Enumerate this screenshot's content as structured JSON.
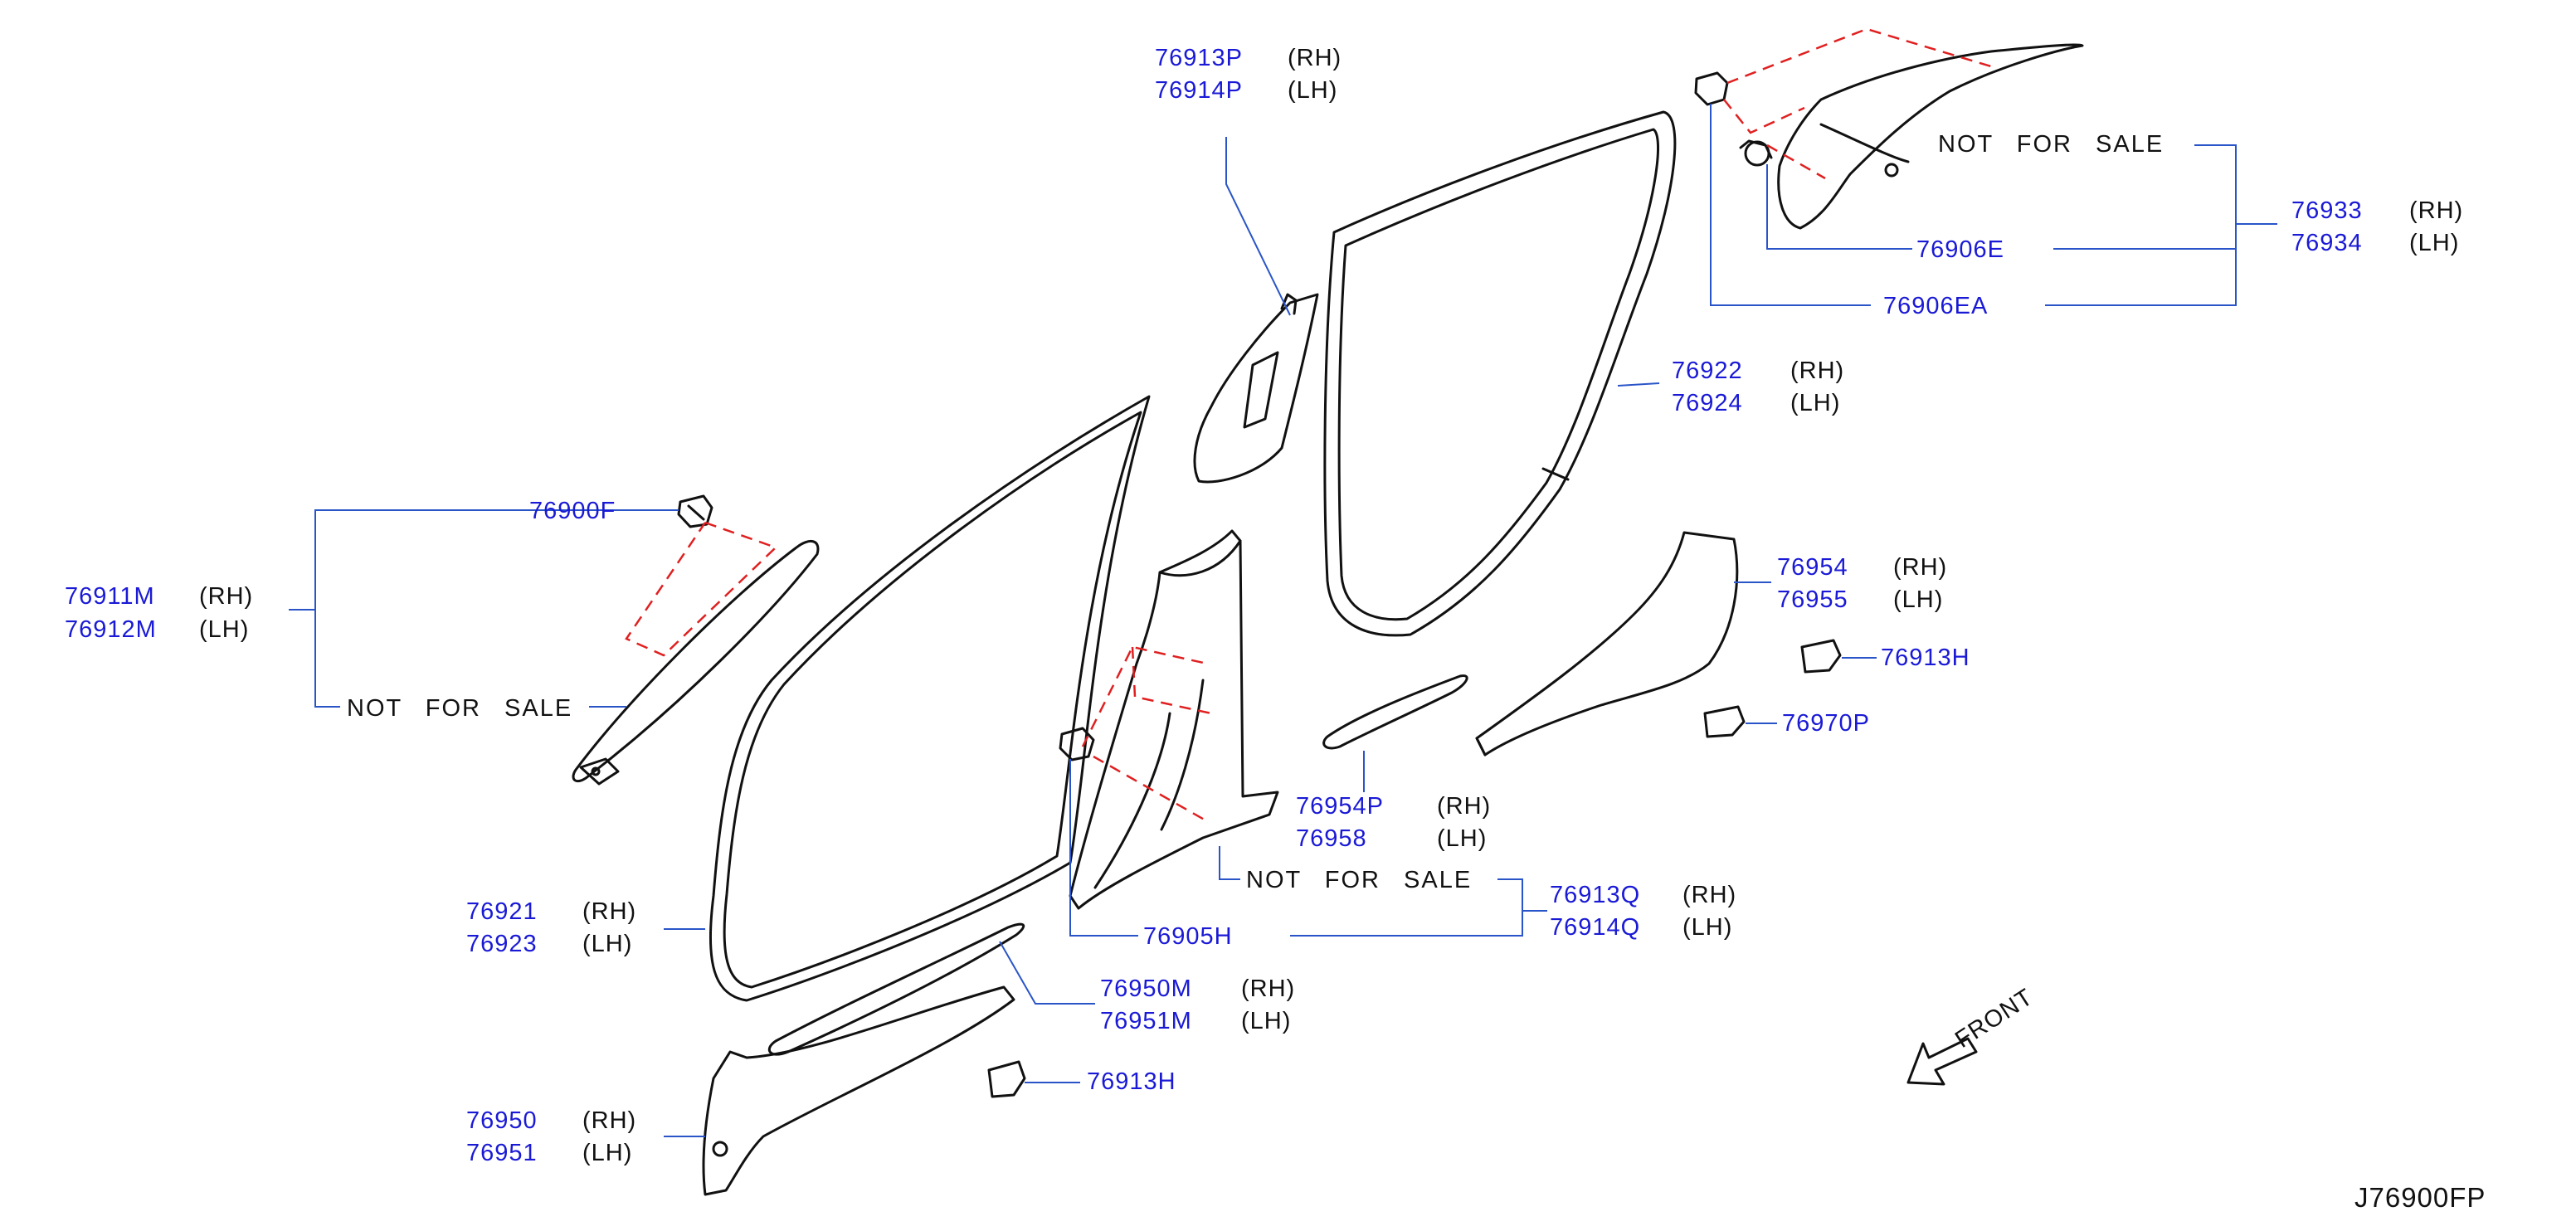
{
  "diagram_code": "J76900FP",
  "front_label": "FRONT",
  "not_for_sale": "NOT  FOR  SALE",
  "colors": {
    "part_number": "#1a1ad6",
    "leader": "#2a55c8",
    "dashed": "#e02020",
    "outline": "#111111"
  },
  "callouts": {
    "p76913P": {
      "pn": "76913P",
      "side": "(RH)"
    },
    "p76914P": {
      "pn": "76914P",
      "side": "(LH)"
    },
    "p76933": {
      "pn": "76933",
      "side": "(RH)"
    },
    "p76934": {
      "pn": "76934",
      "side": "(LH)"
    },
    "p76906E": {
      "pn": "76906E"
    },
    "p76906EA": {
      "pn": "76906EA"
    },
    "p76922": {
      "pn": "76922",
      "side": "(RH)"
    },
    "p76924": {
      "pn": "76924",
      "side": "(LH)"
    },
    "p76900F": {
      "pn": "76900F"
    },
    "p76911M": {
      "pn": "76911M",
      "side": "(RH)"
    },
    "p76912M": {
      "pn": "76912M",
      "side": "(LH)"
    },
    "p76954": {
      "pn": "76954",
      "side": "(RH)"
    },
    "p76955": {
      "pn": "76955",
      "side": "(LH)"
    },
    "p76913H_a": {
      "pn": "76913H"
    },
    "p76970P": {
      "pn": "76970P"
    },
    "p76954P": {
      "pn": "76954P",
      "side": "(RH)"
    },
    "p76958": {
      "pn": "76958",
      "side": "(LH)"
    },
    "p76913Q": {
      "pn": "76913Q",
      "side": "(RH)"
    },
    "p76914Q": {
      "pn": "76914Q",
      "side": "(LH)"
    },
    "p76905H": {
      "pn": "76905H"
    },
    "p76921": {
      "pn": "76921",
      "side": "(RH)"
    },
    "p76923": {
      "pn": "76923",
      "side": "(LH)"
    },
    "p76950M": {
      "pn": "76950M",
      "side": "(RH)"
    },
    "p76951M": {
      "pn": "76951M",
      "side": "(LH)"
    },
    "p76913H_b": {
      "pn": "76913H"
    },
    "p76950": {
      "pn": "76950",
      "side": "(RH)"
    },
    "p76951": {
      "pn": "76951",
      "side": "(LH)"
    }
  }
}
